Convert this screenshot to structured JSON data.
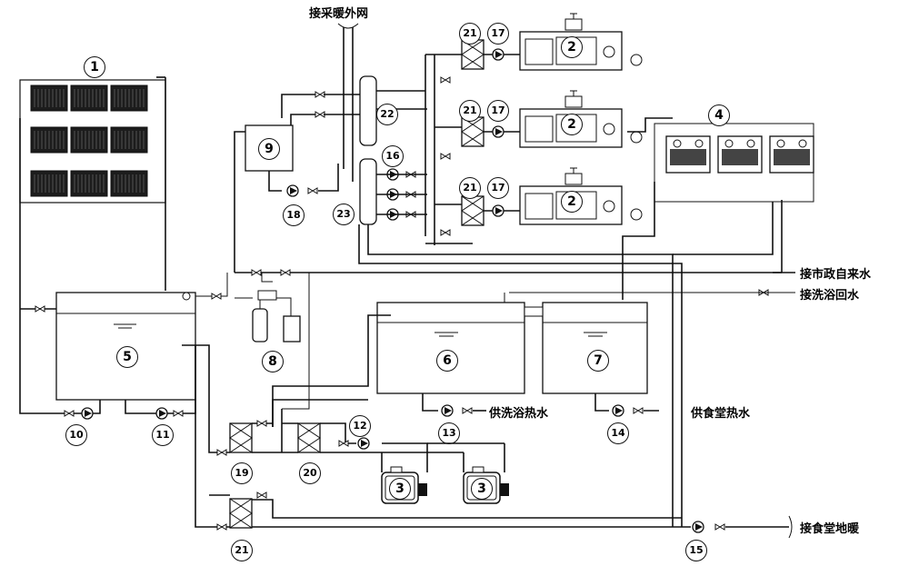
{
  "labels": {
    "heating_network": "接采暖外网",
    "city_water": "接市政自来水",
    "bath_return": "接洗浴回水",
    "bath_hot_water": "供洗浴热水",
    "canteen_hot_water": "供食堂热水",
    "canteen_floor_heating": "接食堂地暖"
  },
  "components": {
    "c1": "1",
    "c2a": "2",
    "c2b": "2",
    "c2c": "2",
    "c3a": "3",
    "c3b": "3",
    "c4": "4",
    "c5": "5",
    "c6": "6",
    "c7": "7",
    "c8": "8",
    "c9": "9",
    "c10": "10",
    "c11": "11",
    "c12": "12",
    "c13": "13",
    "c14": "14",
    "c15": "15",
    "c16": "16",
    "c17a": "17",
    "c17b": "17",
    "c17c": "17",
    "c18": "18",
    "c19": "19",
    "c20": "20",
    "c21a": "21",
    "c21b": "21",
    "c21c": "21",
    "c21d": "21",
    "c22": "22",
    "c23": "23"
  }
}
